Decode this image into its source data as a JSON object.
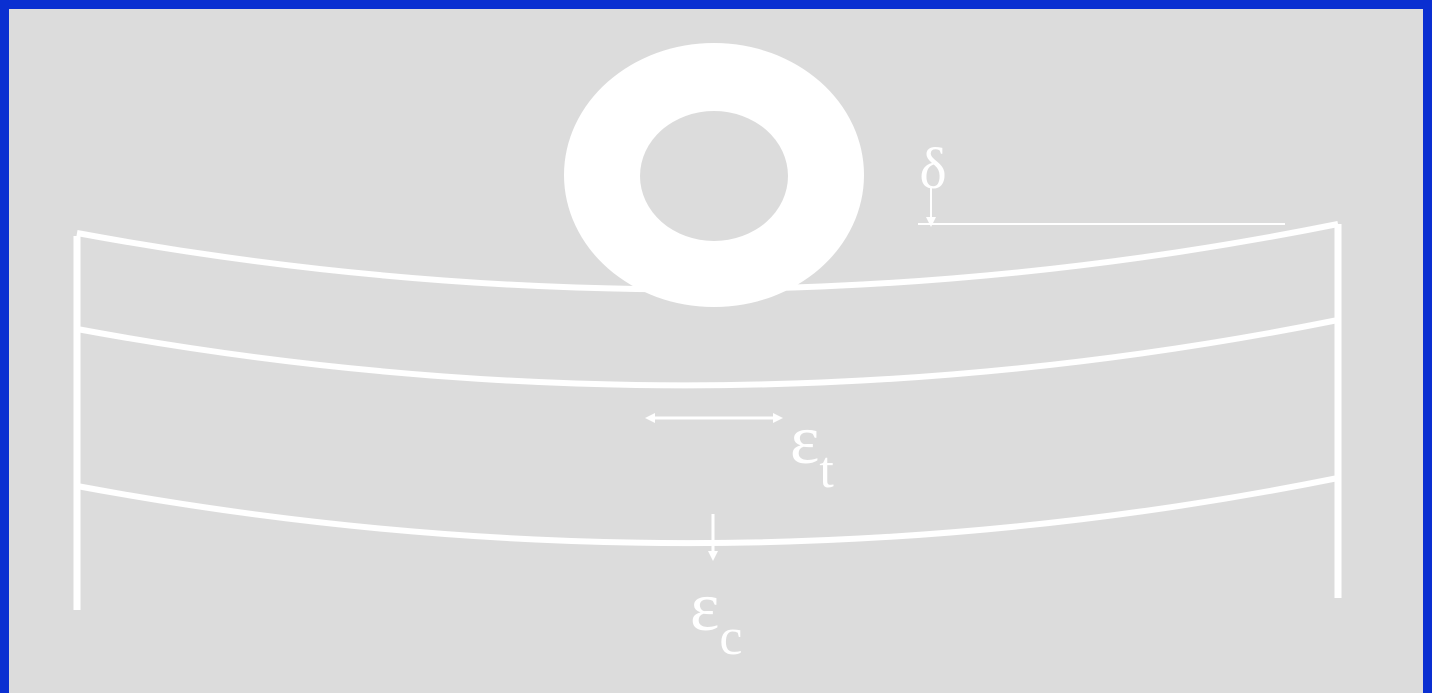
{
  "diagram": {
    "colors": {
      "border": "#0a2fd1",
      "background": "#dcdcdc",
      "foreground": "#ffffff"
    },
    "labels": {
      "deflection_symbol": "δ",
      "tensile_strain_symbol": "ε",
      "tensile_strain_subscript": "t",
      "compressive_strain_symbol": "ε",
      "compressive_strain_subscript": "c"
    },
    "icons": {
      "wheel": "tire-wheel",
      "deflection_arrow": "arrow-down",
      "tensile_arrow": "double-arrow-horizontal",
      "compressive_arrow": "arrow-down"
    }
  }
}
